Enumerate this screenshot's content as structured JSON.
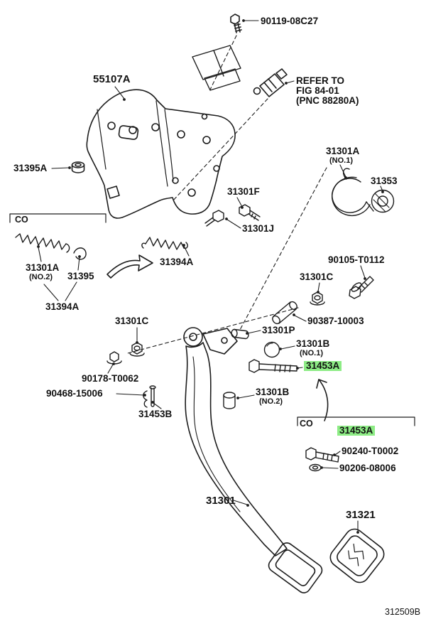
{
  "page": {
    "background": "#ffffff",
    "line_color": "#1c1c1c",
    "highlight_color": "#8dec85",
    "footer_code": "312509B"
  },
  "labels": [
    {
      "id": "90119-08C27",
      "text": "90119-08C27"
    },
    {
      "id": "55107A",
      "text": "55107A"
    },
    {
      "id": "refer-line1",
      "text": "REFER TO"
    },
    {
      "id": "refer-line2",
      "text": "FIG 84-01"
    },
    {
      "id": "refer-line3",
      "text": "(PNC 88280A)"
    },
    {
      "id": "31395A",
      "text": "31395A"
    },
    {
      "id": "31301A-no1",
      "text": "31301A"
    },
    {
      "id": "31301A-no1-sub",
      "text": "(NO.1)"
    },
    {
      "id": "31353",
      "text": "31353"
    },
    {
      "id": "31301F",
      "text": "31301F"
    },
    {
      "id": "31301J",
      "text": "31301J"
    },
    {
      "id": "co-left",
      "text": "CO"
    },
    {
      "id": "31301A-no2",
      "text": "31301A"
    },
    {
      "id": "31301A-no2-sub",
      "text": "(NO.2)"
    },
    {
      "id": "31395",
      "text": "31395"
    },
    {
      "id": "31394A-box",
      "text": "31394A"
    },
    {
      "id": "31394A",
      "text": "31394A"
    },
    {
      "id": "90105-T0112",
      "text": "90105-T0112"
    },
    {
      "id": "31301C-right",
      "text": "31301C"
    },
    {
      "id": "90387-10003",
      "text": "90387-10003"
    },
    {
      "id": "31301C-left",
      "text": "31301C"
    },
    {
      "id": "31301P",
      "text": "31301P"
    },
    {
      "id": "31301B-no1",
      "text": "31301B"
    },
    {
      "id": "31301B-no1-sub",
      "text": "(NO.1)"
    },
    {
      "id": "31453A-main",
      "text": "31453A",
      "highlighted": true
    },
    {
      "id": "90178-T0062",
      "text": "90178-T0062"
    },
    {
      "id": "90468-15006",
      "text": "90468-15006"
    },
    {
      "id": "31453B",
      "text": "31453B"
    },
    {
      "id": "31301B-no2",
      "text": "31301B"
    },
    {
      "id": "31301B-no2-sub",
      "text": "(NO.2)"
    },
    {
      "id": "co-right",
      "text": "CO"
    },
    {
      "id": "31453A-box",
      "text": "31453A",
      "highlighted": true
    },
    {
      "id": "90240-T0002",
      "text": "90240-T0002"
    },
    {
      "id": "90206-08006",
      "text": "90206-08006"
    },
    {
      "id": "31301",
      "text": "31301"
    },
    {
      "id": "31321",
      "text": "31321"
    },
    {
      "id": "footer-code",
      "text": "312509B"
    }
  ]
}
